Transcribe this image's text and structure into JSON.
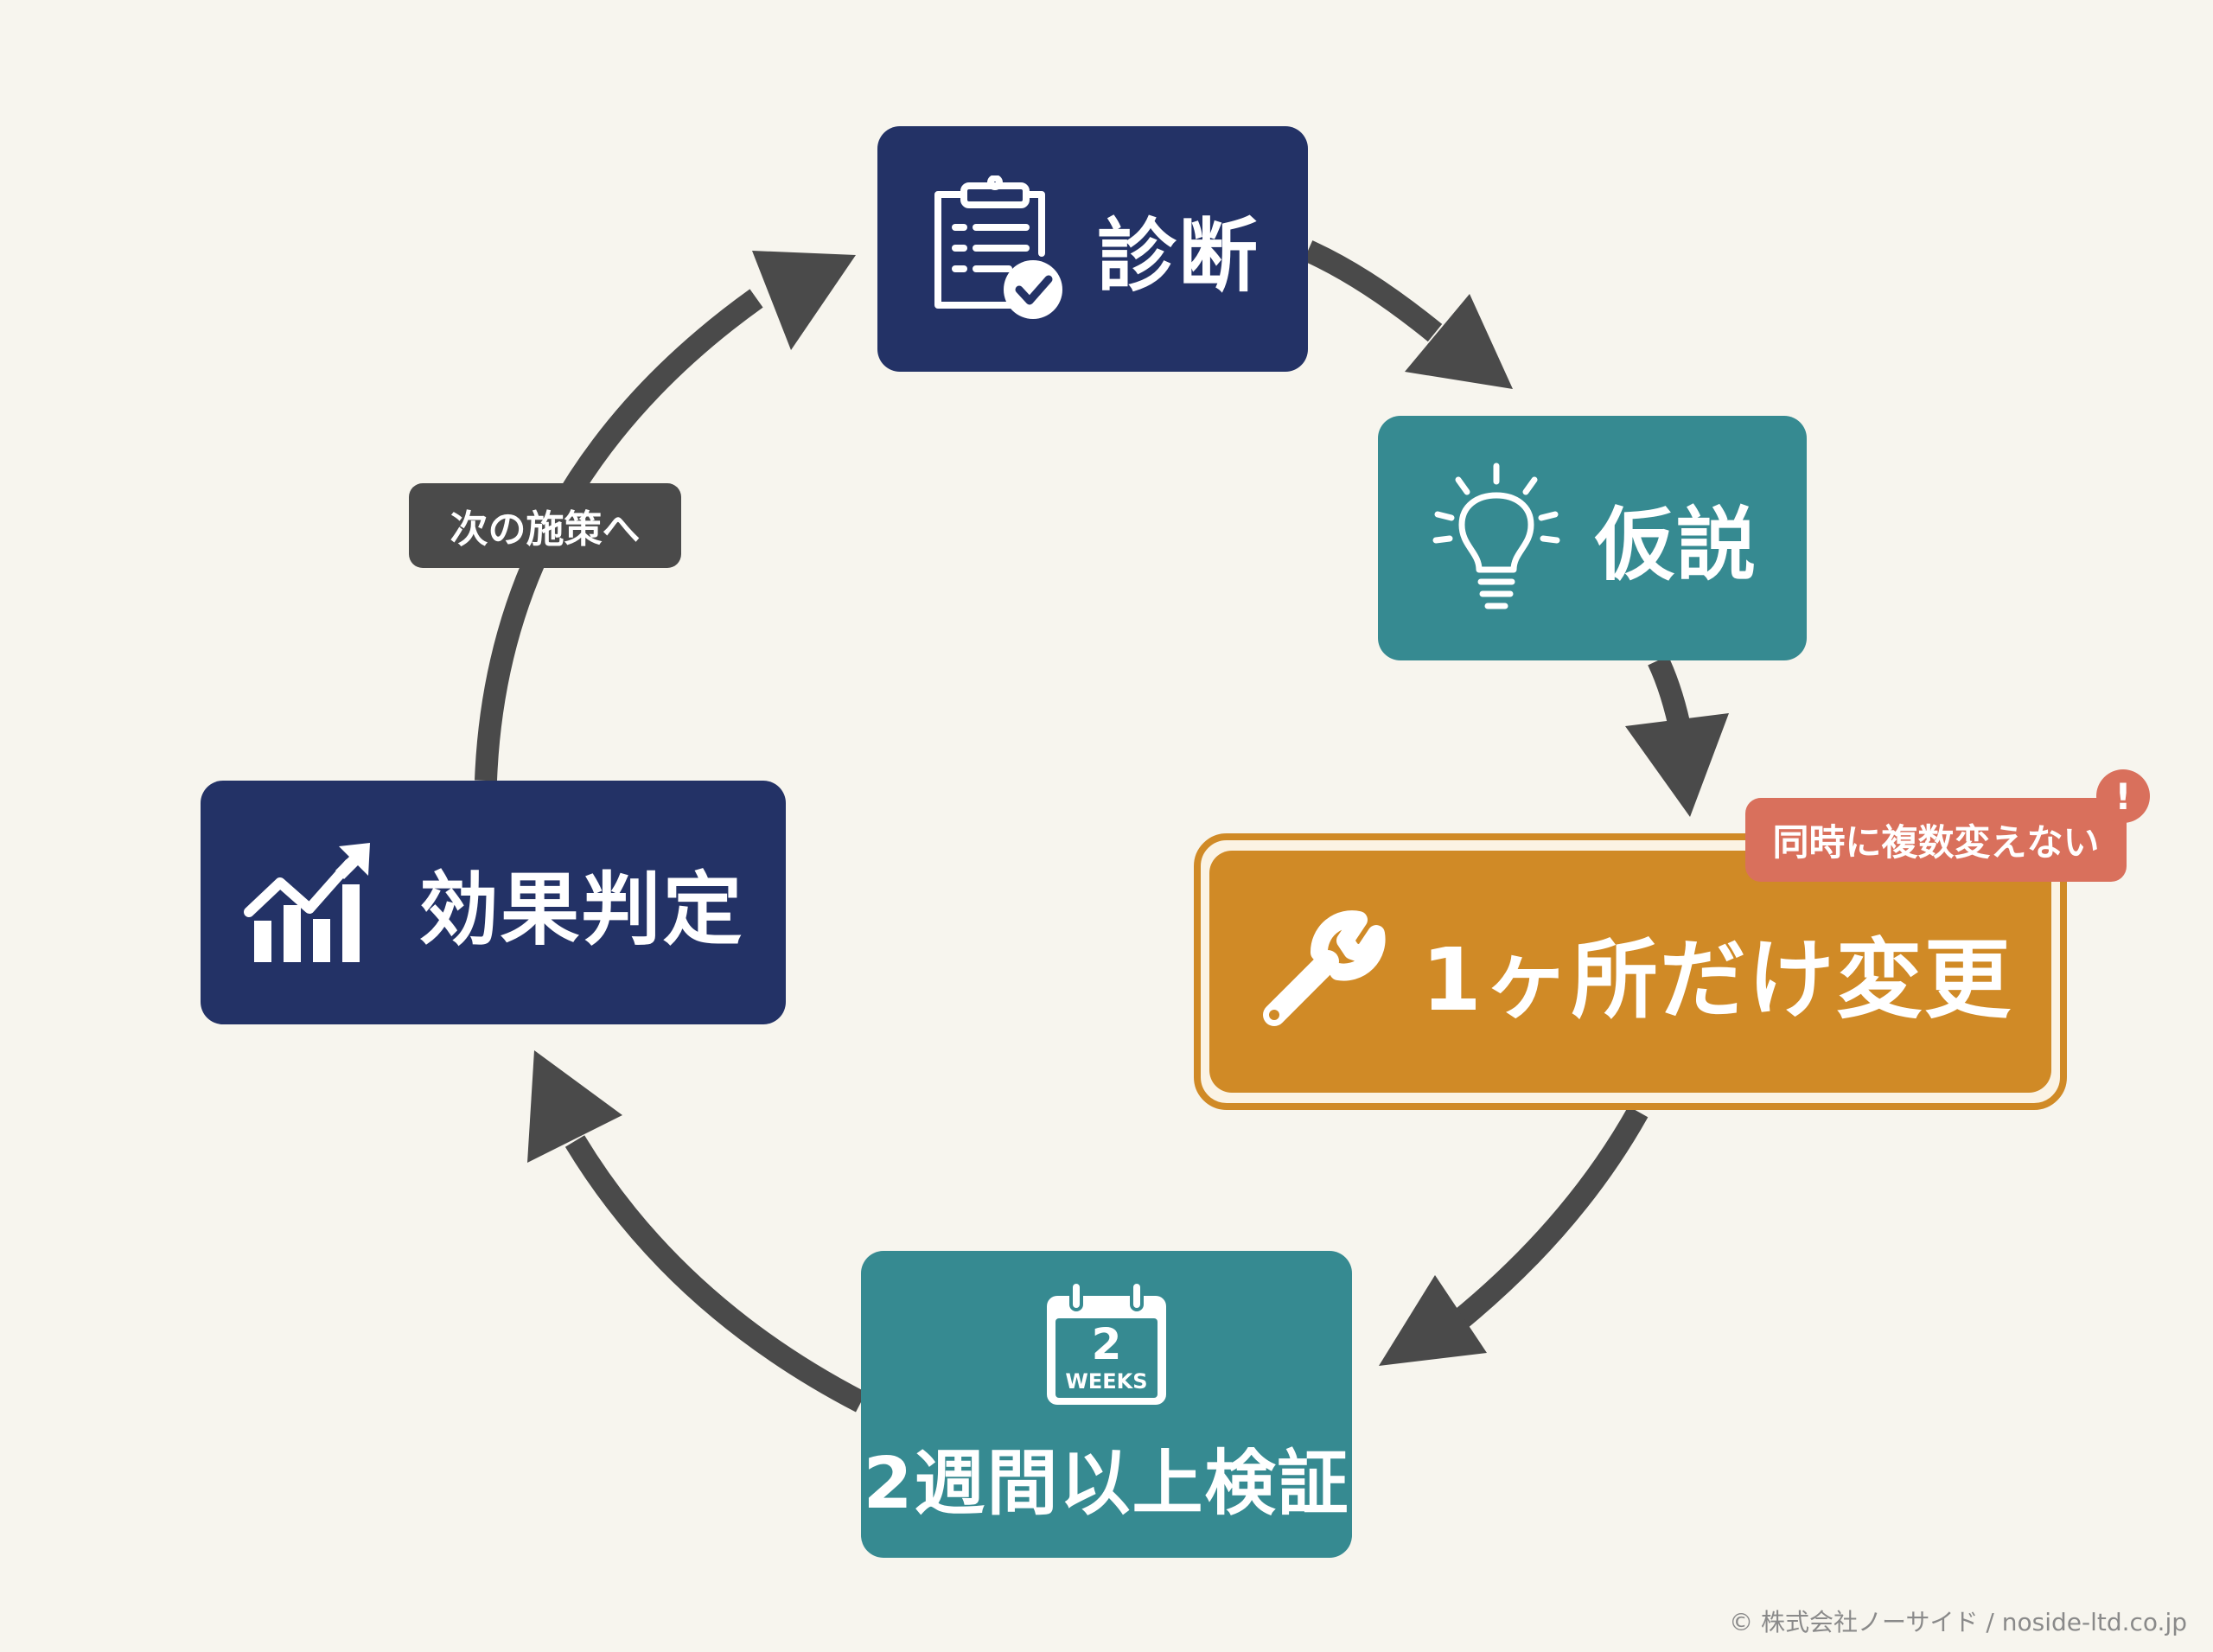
{
  "colors": {
    "background": "#f7f5ee",
    "navy": "#233266",
    "teal": "#368a91",
    "orange": "#d08a26",
    "arrow": "#4a4a4a",
    "alert": "#d9705c"
  },
  "nodes": {
    "diagnosis": {
      "label": "診断",
      "icon": "clipboard-check-icon"
    },
    "hypothesis": {
      "label": "仮説",
      "icon": "lightbulb-icon"
    },
    "change": {
      "label": "1ヶ所だけ変更",
      "icon": "wrench-icon"
    },
    "verify": {
      "label": "2週間以上検証",
      "icon": "calendar-icon",
      "calendar_number": "2",
      "calendar_text": "WEEKS"
    },
    "evaluate": {
      "label": "効果判定",
      "icon": "growth-chart-icon"
    }
  },
  "badges": {
    "next": "次の施策へ",
    "warning": "同時に複数変えない",
    "alert_mark": "!"
  },
  "copyright": "© 株式会社ノーサイド / noside-ltd.co.jp"
}
